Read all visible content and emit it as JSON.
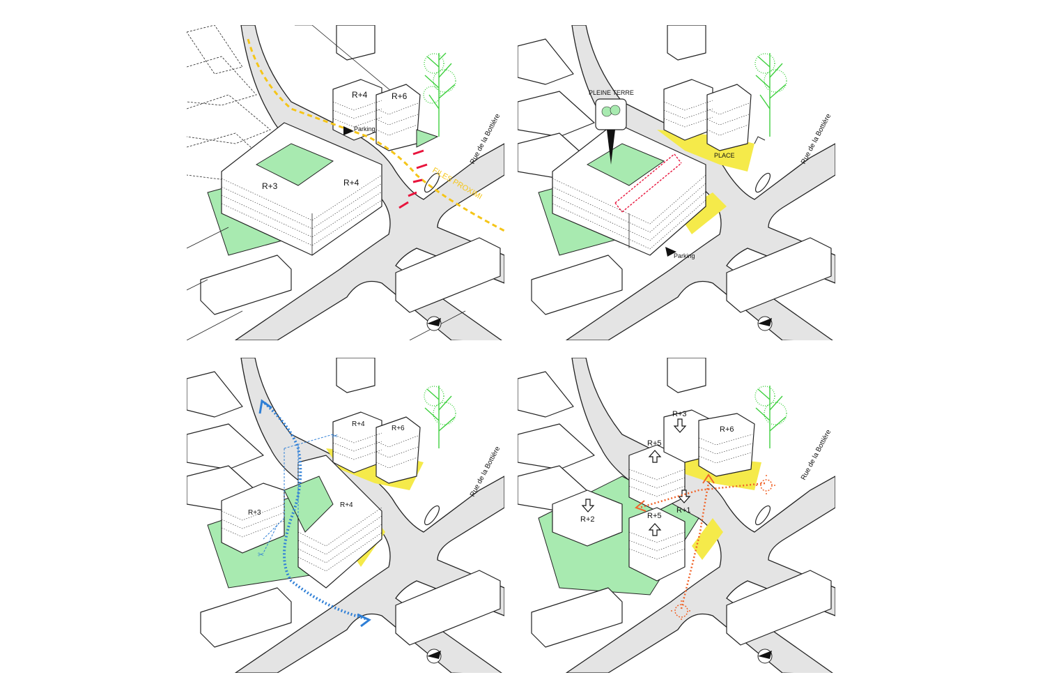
{
  "panels": [
    {
      "labels": {
        "r3": "R+3",
        "r4": "R+4",
        "r4b": "R+4",
        "r6": "R+6",
        "parking": "Parking",
        "street": "Rue de la Bottière",
        "yellow_text": "FILES PROXIMI"
      },
      "colors": {
        "accent": "#f5c518",
        "marks": "#e8143c"
      }
    },
    {
      "labels": {
        "pleine_terre": "PLEINE TERRE",
        "place": "PLACE",
        "parking": "Parking",
        "street": "Rue de la Bottière"
      },
      "colors": {
        "accent": "#e8143c",
        "zone": "#f5ea4a"
      }
    },
    {
      "labels": {
        "r3": "R+3",
        "r4": "R+4",
        "r4b": "R+4",
        "r6": "R+6",
        "street": "Rue de la Bottière"
      },
      "colors": {
        "accent": "#2f7fd6"
      }
    },
    {
      "labels": {
        "r3": "R+3",
        "r6": "R+6",
        "r5a": "R+5",
        "r5b": "R+5",
        "r2": "R+2",
        "r1": "R+1",
        "street": "Rue de la Bottière"
      },
      "colors": {
        "accent": "#f0642a"
      }
    }
  ]
}
